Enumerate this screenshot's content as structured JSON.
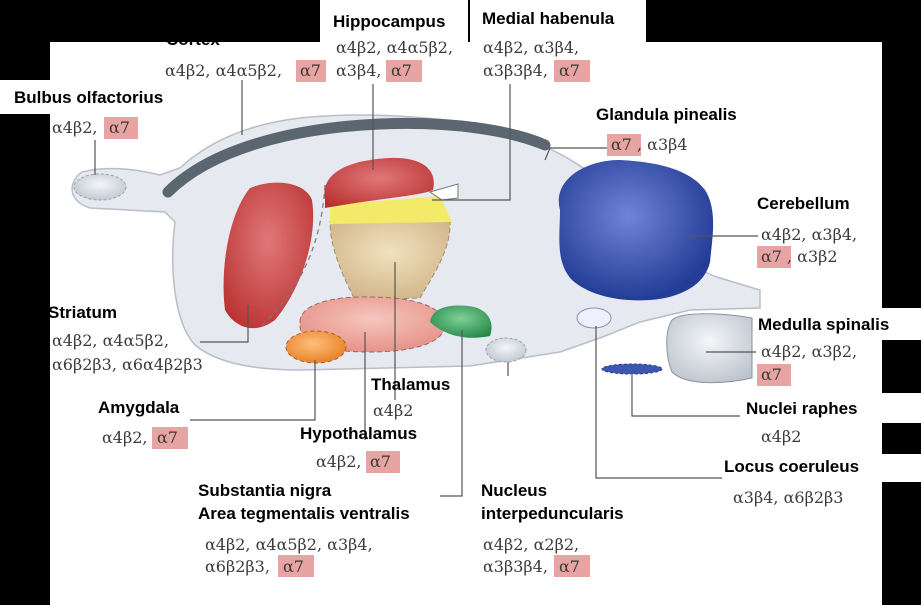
{
  "regions": {
    "cortex": {
      "name": "Cortex",
      "s1": "α4β2, α4α5β2, ",
      "a7": "α7"
    },
    "hippocampus": {
      "name": "Hippocampus",
      "l1": "α4β2, α4α5β2,",
      "l2a": "α3β4, ",
      "a7": "α7"
    },
    "medial_habenula": {
      "name": "Medial habenula",
      "l1": "α4β2, α3β4,",
      "l2a": "α3β3β4, ",
      "a7": "α7"
    },
    "bulbus_olfactorius": {
      "name": "Bulbus olfactorius",
      "s1": "α4β2, ",
      "a7": "α7"
    },
    "glandula_pinealis": {
      "name": "Glandula pinealis",
      "a7": "α7",
      "s2": ", α3β4"
    },
    "cerebellum": {
      "name": "Cerebellum",
      "l1": "α4β2, α3β4,",
      "a7": "α7",
      "l2b": ", α3β2"
    },
    "striatum": {
      "name": "Striatum",
      "l1": "α4β2, α4α5β2,",
      "l2": "α6β2β3, α6α4β2β3"
    },
    "medulla_spinalis": {
      "name": "Medulla spinalis",
      "l1": "α4β2, α3β2,",
      "a7": "α7"
    },
    "thalamus": {
      "name": "Thalamus",
      "l1": "α4β2"
    },
    "amygdala": {
      "name": "Amygdala",
      "s1": "α4β2, ",
      "a7": "α7"
    },
    "hypothalamus": {
      "name": "Hypothalamus",
      "s1": "α4β2, ",
      "a7": "α7"
    },
    "nuclei_raphes": {
      "name": "Nuclei raphes",
      "l1": "α4β2"
    },
    "locus_coeruleus": {
      "name": "Locus coeruleus",
      "l1": "α3β4, α6β2β3"
    },
    "substantia_nigra": {
      "name1": "Substantia nigra",
      "name2": "Area tegmentalis ventralis",
      "l1": "α4β2, α4α5β2, α3β4,",
      "l2a": "α6β2β3, ",
      "a7": "α7"
    },
    "nucleus_interpeduncularis": {
      "name1": "Nucleus",
      "name2": "interpeduncularis",
      "l1": "α4β2, α2β2,",
      "l2a": "α3β3β4, ",
      "a7": "α7"
    }
  },
  "colors": {
    "background": "#000000",
    "panel": "#ffffff",
    "brain": "#e6e9ef",
    "alpha7_highlight": "#e8a3a3",
    "cortex": "#5b6670",
    "hippocampus": "#c43c3c",
    "striatum": "#c43c3c",
    "habenula": "#f4ea6a",
    "thalamus": "#d6bf96",
    "hypothalamus": "#e78f86",
    "amygdala": "#f08a2c",
    "interpeduncular": "#2f9a50",
    "cerebellum": "#2e4aa8",
    "medulla": "#cdd3da",
    "raphe": "#3d56b0"
  }
}
